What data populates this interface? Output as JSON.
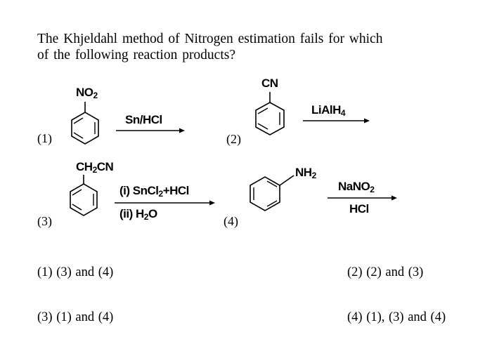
{
  "question": {
    "line1": "The Khjeldahl method of Nitrogen estimation fails for which",
    "line2": "of the following reaction products?"
  },
  "reactions": [
    {
      "number": "(1)",
      "substituent_main": "NO",
      "substituent_sub": "2",
      "reagent_main": "Sn/HCl"
    },
    {
      "number": "(2)",
      "substituent_main": "CN",
      "reagent_main": "LiAlH",
      "reagent_sub": "4"
    },
    {
      "number": "(3)",
      "substituent_a": "CH",
      "substituent_a_sub": "2",
      "substituent_b": "CN",
      "reagent_top_a": "(i) SnCl",
      "reagent_top_sub": "2",
      "reagent_top_b": "+HCl",
      "reagent_bottom_a": "(ii) H",
      "reagent_bottom_sub": "2",
      "reagent_bottom_b": "O"
    },
    {
      "number": "(4)",
      "substituent_main": "NH",
      "substituent_sub": "2",
      "reagent_top_main": "NaNO",
      "reagent_top_sub": "2",
      "reagent_bottom": "HCl"
    }
  ],
  "options": [
    {
      "text": "(1) (3) and (4)"
    },
    {
      "text": "(2) (2) and (3)"
    },
    {
      "text": "(3) (1) and (4)"
    },
    {
      "text": "(4) (1), (3) and (4)"
    }
  ]
}
